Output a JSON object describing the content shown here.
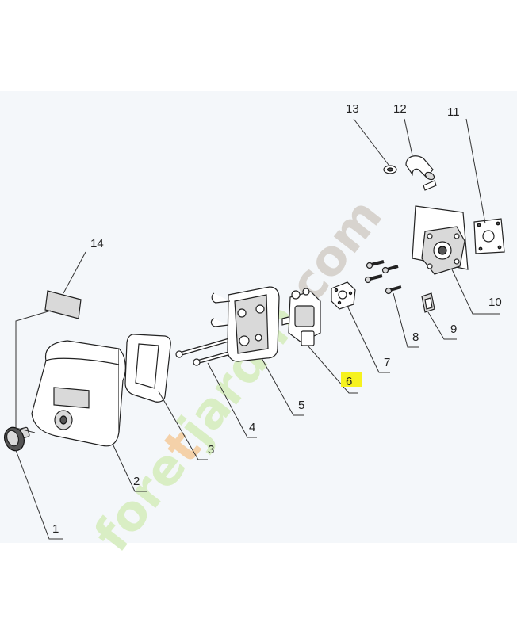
{
  "diagram": {
    "callouts": [
      "1",
      "2",
      "3",
      "4",
      "5",
      "6",
      "7",
      "8",
      "9",
      "10",
      "11",
      "12",
      "13",
      "14"
    ],
    "highlighted_callout": "6",
    "highlight_color": "#f6f21e",
    "watermark": {
      "text": "foretjardin.com",
      "color_green": "#d8eec2",
      "color_orange": "#f5cfa5",
      "color_gray": "#d6d2cc"
    }
  }
}
